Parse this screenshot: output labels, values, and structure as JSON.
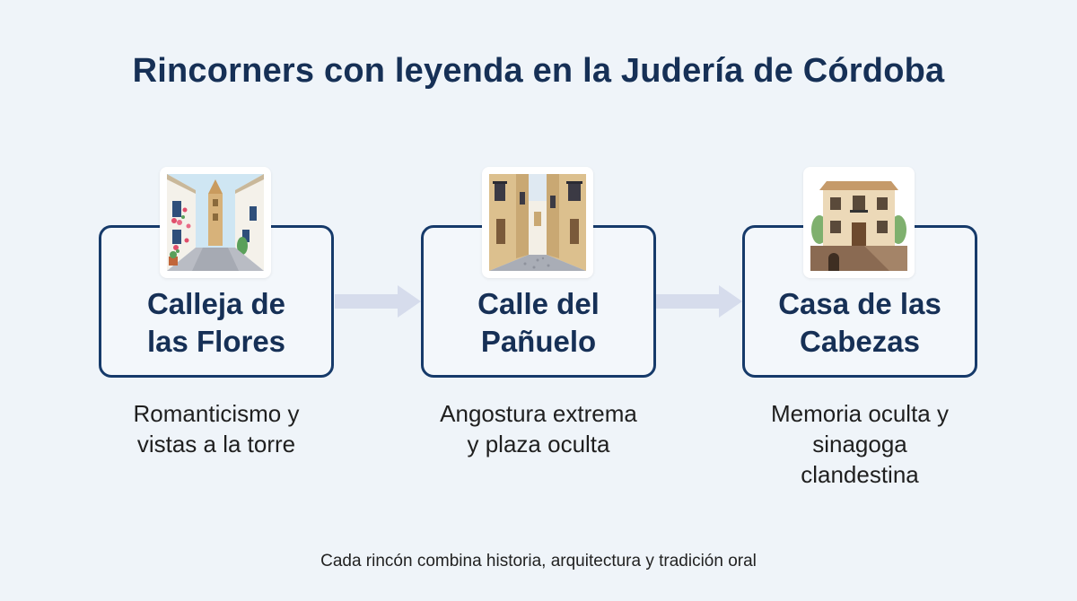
{
  "title": "Rincorners con leyenda en la Judería de Córdoba",
  "steps": [
    {
      "name_line1": "Calleja de",
      "name_line2": "las Flores",
      "desc_line1": "Romanticismo y",
      "desc_line2": "vistas a la torre",
      "icon": "flower-street-icon"
    },
    {
      "name_line1": "Calle del",
      "name_line2": "Pañuelo",
      "desc_line1": "Angostura extrema",
      "desc_line2": "y plaza oculta",
      "icon": "narrow-street-icon"
    },
    {
      "name_line1": "Casa de las",
      "name_line2": "Cabezas",
      "desc_line1": "Memoria oculta y",
      "desc_line2": "sinagoga",
      "desc_line3": "clandestina",
      "icon": "historic-house-icon"
    }
  ],
  "footer": "Cada rincón combina historia, arquitectura y tradición oral",
  "colors": {
    "background": "#eff4f9",
    "title": "#163056",
    "card_border": "#163a6a",
    "arrow": "#d6dcec"
  }
}
